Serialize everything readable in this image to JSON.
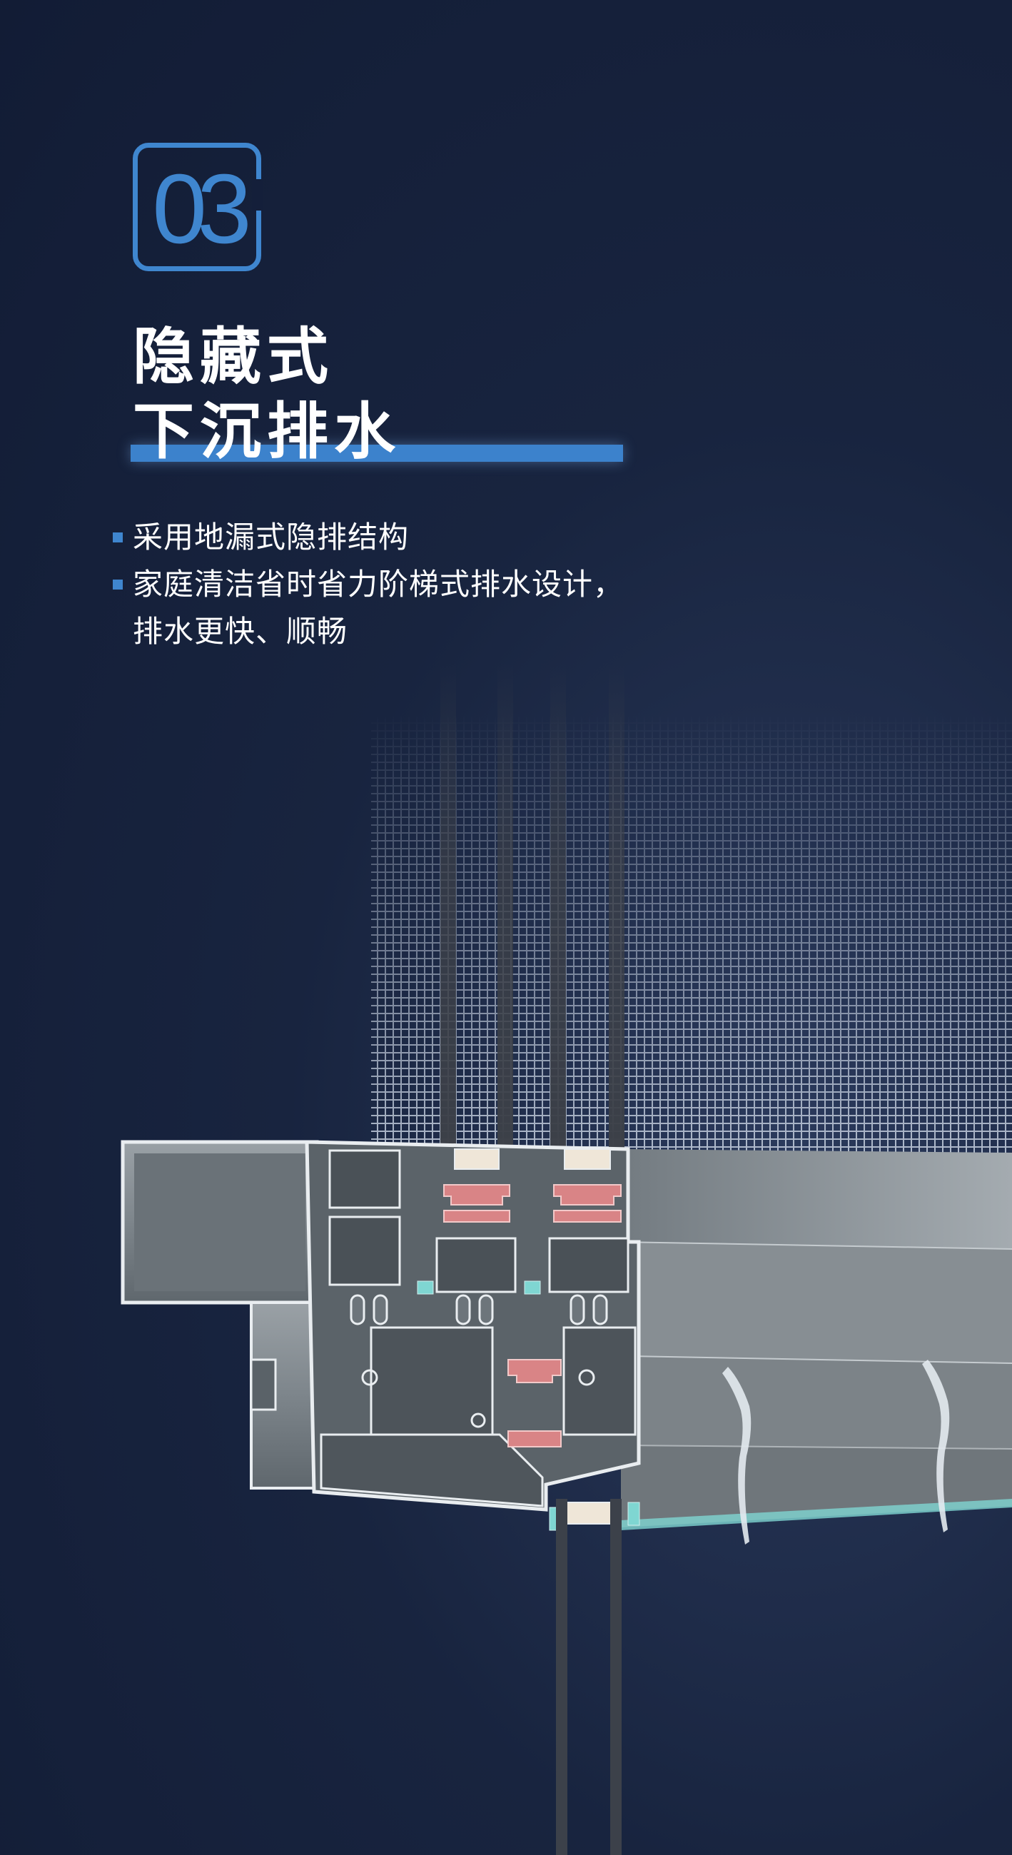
{
  "badge": {
    "number": "03"
  },
  "heading": {
    "line1": "隐藏式",
    "line2": "下沉排水"
  },
  "bullets": [
    {
      "text": "采用地漏式隐排结构"
    },
    {
      "text": "家庭清洁省时省力阶梯式排水设计，",
      "continuation": "排水更快、顺畅"
    }
  ],
  "colors": {
    "background": "#141f3a",
    "accent_blue": "#3f86cf",
    "aluminum": "#8a9196",
    "gasket_red": "#d98486",
    "glass_teal": "#7fd6d2"
  },
  "illustration": {
    "subject": "window-frame-cross-section-icon",
    "water": "water-drip-icon"
  }
}
